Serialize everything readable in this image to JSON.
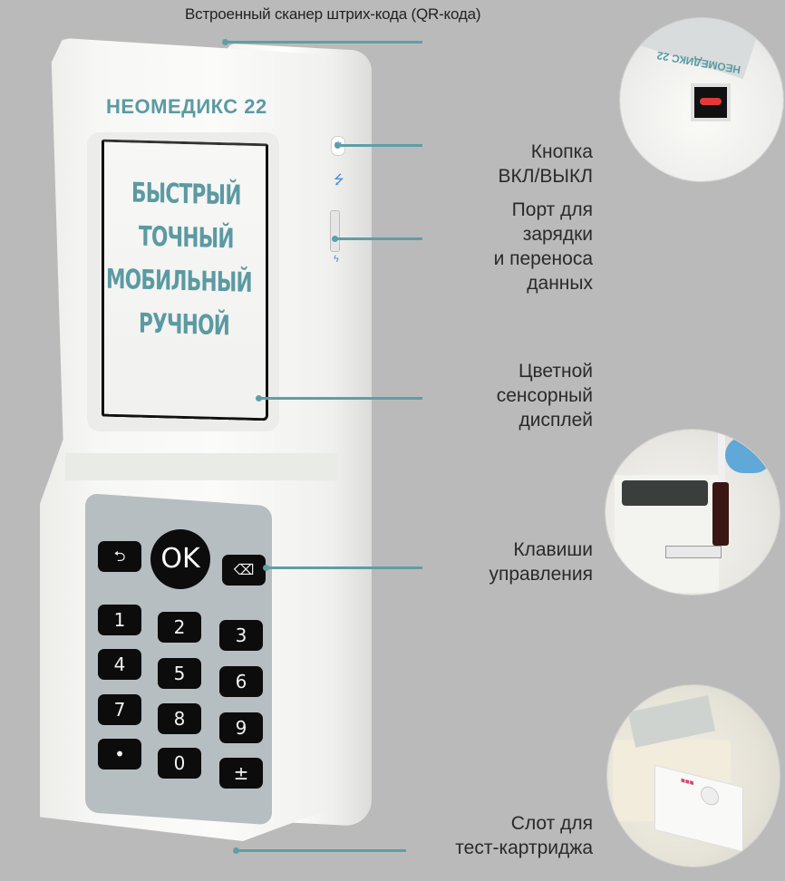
{
  "callouts": {
    "scanner": "Встроенный сканер штрих-кода (QR-кода)",
    "power": "Кнопка\nВКЛ/ВЫКЛ",
    "port": "Порт для\nзарядки\nи переноса\nданных",
    "display": "Цветной\nсенсорный\nдисплей",
    "keys": "Клавиши\nуправления",
    "slot": "Слот для\nтест-картриджа"
  },
  "device": {
    "brand": "НЕОМЕДИКС 22",
    "screen_lines": [
      "БЫСТРЫЙ",
      "ТОЧНЫЙ",
      "МОБИЛЬНЫЙ",
      "РУЧНОЙ"
    ],
    "keys": {
      "back": "⮌",
      "ok": "OK",
      "delete": "⌫",
      "digits": [
        "1",
        "2",
        "3",
        "4",
        "5",
        "6",
        "7",
        "8",
        "9",
        "•",
        "0",
        "±"
      ]
    },
    "side_icons": {
      "power": "⏻",
      "usb": "⭍",
      "charge": "ϟ"
    }
  },
  "photos": {
    "scanner_photo_brand": "НЕОМЕДИКС 22"
  },
  "colors": {
    "background": "#bababa",
    "accent": "#5f9ea6",
    "brand_text": "#5b9aa3",
    "keypad": "#b7bec1",
    "key": "#0c0c0c"
  }
}
